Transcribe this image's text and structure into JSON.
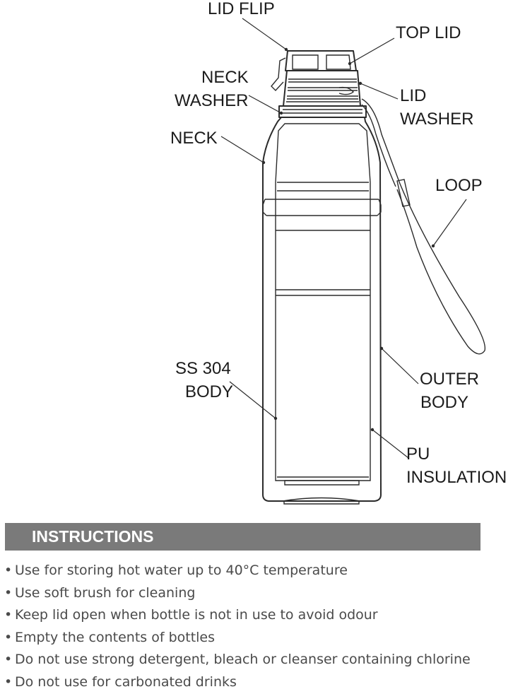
{
  "labels": {
    "lid_flip": "LID FLIP",
    "top_lid": "TOP LID",
    "neck_washer_1": "NECK",
    "neck_washer_2": "WASHER",
    "lid_washer_1": "LID",
    "lid_washer_2": "WASHER",
    "neck": "NECK",
    "loop": "LOOP",
    "ss_body_1": "SS 304",
    "ss_body_2": "BODY",
    "outer_body_1": "OUTER",
    "outer_body_2": "BODY",
    "pu_1": "PU",
    "pu_2": "INSULATION"
  },
  "instructions": {
    "title": "INSTRUCTIONS",
    "items": [
      "Use for storing hot water up to 40°C temperature",
      "Use soft brush for cleaning",
      "Keep lid open when bottle is not in use to avoid odour",
      "Empty the contents of bottles",
      "Do not use strong detergent, bleach or cleanser containing chlorine",
      "Do not use for carbonated drinks"
    ]
  },
  "colors": {
    "header_bg": "#7a7a7a",
    "header_text": "#ffffff",
    "body_text": "#4a4a4a",
    "line": "#2b2b2b"
  }
}
